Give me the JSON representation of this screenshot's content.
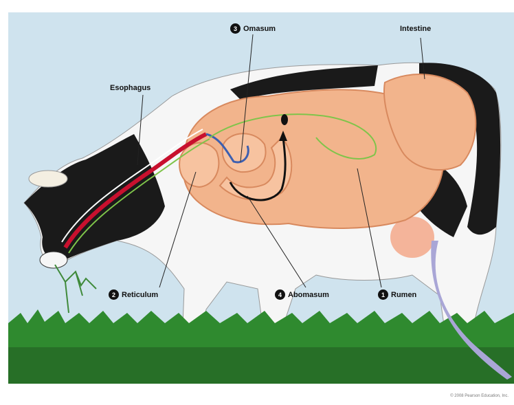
{
  "labels": {
    "omasum": {
      "number": "3",
      "text": "Omasum"
    },
    "intestine": {
      "text": "Intestine"
    },
    "esophagus": {
      "text": "Esophagus"
    },
    "reticulum": {
      "number": "2",
      "text": "Reticulum"
    },
    "abomasum": {
      "number": "4",
      "text": "Abomasum"
    },
    "rumen": {
      "number": "1",
      "text": "Rumen"
    }
  },
  "credit": "© 2008 Pearson Education, Inc.",
  "colors": {
    "sky": "#cfe3ee",
    "grass": "#2f8a2f",
    "cow_black": "#1a1a1a",
    "cow_white": "#f6f6f6",
    "stomach": "#f2b48c",
    "stomach_outline": "#d8895e",
    "esophagus_red": "#c8102e",
    "green_path": "#7fc44a",
    "blue_path": "#3c5fb0",
    "pointer_arrow": "#a9a6d6"
  }
}
